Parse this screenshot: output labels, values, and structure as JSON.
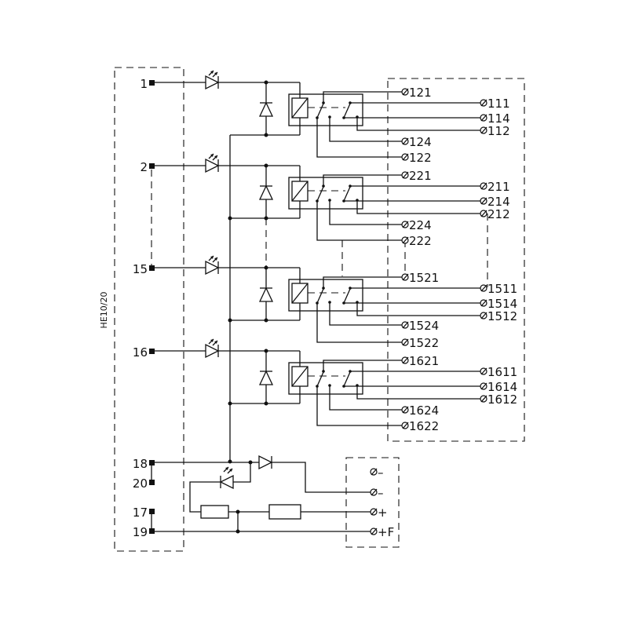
{
  "module": {
    "name": "HE10/20",
    "input_pins": [
      "1",
      "2",
      "15",
      "16"
    ],
    "supply_pins": [
      "18",
      "20",
      "17",
      "19"
    ]
  },
  "relays": [
    {
      "inputs": [
        "121",
        "124",
        "122"
      ],
      "outputs": [
        "111",
        "114",
        "112"
      ]
    },
    {
      "inputs": [
        "221",
        "224",
        "222"
      ],
      "outputs": [
        "211",
        "214",
        "212"
      ]
    },
    {
      "inputs": [
        "1521",
        "1524",
        "1522"
      ],
      "outputs": [
        "1511",
        "1514",
        "1512"
      ]
    },
    {
      "inputs": [
        "1621",
        "1624",
        "1622"
      ],
      "outputs": [
        "1611",
        "1614",
        "1612"
      ]
    }
  ],
  "supply_terminals": [
    "–",
    "–",
    "+",
    "+F"
  ]
}
